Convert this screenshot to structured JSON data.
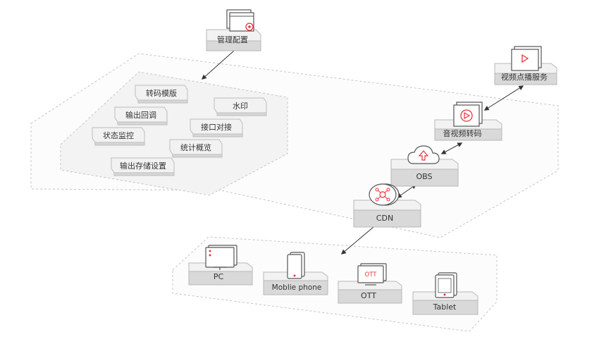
{
  "colors": {
    "accent": "#e8323c",
    "box_top": "#f4f4f4",
    "box_side": "#d6d6d6",
    "box_stroke": "#b8b8b8",
    "platform_fill": "#fafafa",
    "dashed_stroke": "#c8c8c8",
    "connector": "#333333"
  },
  "management": {
    "label": "管理配置",
    "icon": "window-gear-icon"
  },
  "features": [
    "转码模版",
    "水印",
    "输出回调",
    "接口对接",
    "状态监控",
    "统计概览",
    "输出存储设置"
  ],
  "services": [
    {
      "label": "视频点播服务",
      "icon": "play-window-icon"
    },
    {
      "label": "音视频转码",
      "icon": "play-circle-icon"
    },
    {
      "label": "OBS",
      "icon": "cloud-upload-icon"
    },
    {
      "label": "CDN",
      "icon": "network-hub-icon"
    }
  ],
  "devices": [
    {
      "label": "PC",
      "icon": "monitor-icon"
    },
    {
      "label": "Moblie phone",
      "icon": "phone-icon"
    },
    {
      "label": "OTT",
      "icon": "tv-icon",
      "screen_text": "OTT"
    },
    {
      "label": "Tablet",
      "icon": "tablet-icon"
    }
  ]
}
